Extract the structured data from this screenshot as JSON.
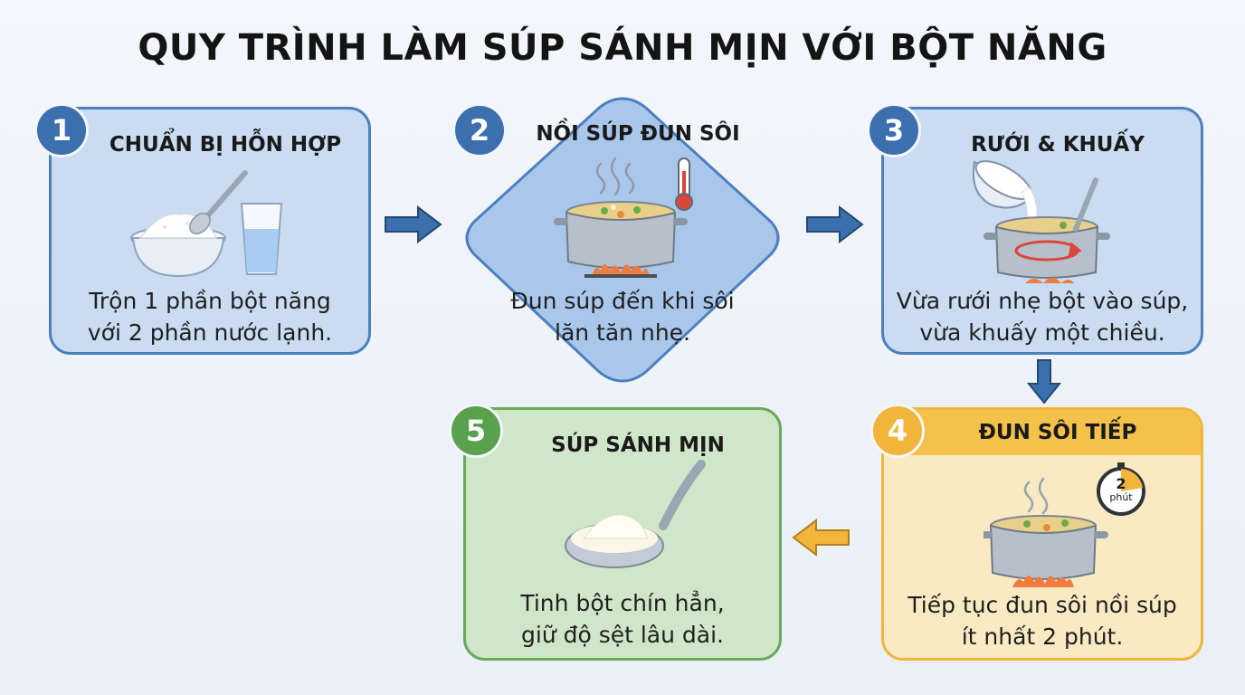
{
  "title": "QUY TRÌNH LÀM SÚP SÁNH MỊN VỚI BỘT NĂNG",
  "colors": {
    "blue_fill": "#c9dcf1",
    "blue_border": "#4d7fbf",
    "badge_blue": "#3c6fae",
    "orange_fill": "#faeac3",
    "orange_border": "#f0b53a",
    "green_fill": "#cfe6c9",
    "green_border": "#68a95b"
  },
  "steps": [
    {
      "number": "1",
      "heading": "CHUẨN BỊ HỖN HỢP",
      "desc_line1": "Trộn 1 phần bột năng",
      "desc_line2": "với 2 phần nước lạnh.",
      "icons": [
        "starch-bowl-icon",
        "spoon-icon",
        "water-glass-icon"
      ]
    },
    {
      "number": "2",
      "heading": "NỒI SÚP ĐUN SÔI",
      "desc_line1": "Đun súp đến khi sôi",
      "desc_line2": "lăn tăn nhẹ.",
      "icons": [
        "soup-pot-icon",
        "thermometer-icon",
        "steam-icon",
        "flame-icon"
      ]
    },
    {
      "number": "3",
      "heading": "RƯỚI & KHUẤY",
      "desc_line1": "Vừa rưới nhẹ bột vào súp,",
      "desc_line2": "vừa khuấy một chiều.",
      "icons": [
        "pouring-bowl-icon",
        "soup-pot-icon",
        "stir-arrow-icon"
      ]
    },
    {
      "number": "4",
      "heading": "ĐUN SÔI TIẾP",
      "desc_line1": "Tiếp tục đun sôi nồi súp",
      "desc_line2": "ít nhất 2 phút.",
      "timer_value": "2",
      "timer_unit": "phút",
      "icons": [
        "timer-icon",
        "soup-pot-icon",
        "flame-icon"
      ]
    },
    {
      "number": "5",
      "heading": "SÚP SÁNH MỊN",
      "desc_line1": "Tinh bột chín hẳn,",
      "desc_line2": "giữ độ sệt lâu dài.",
      "icons": [
        "ladle-icon"
      ]
    }
  ]
}
